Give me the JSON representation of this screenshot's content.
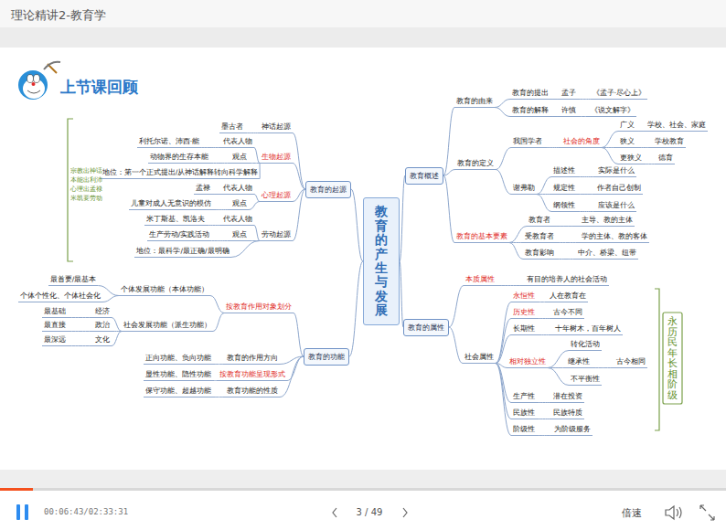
{
  "diagram": {
    "title": "上节课回顾",
    "nodes": [
      {
        "text": [
          "教育的产生与发展"
        ]
      },
      {
        "text": [
          "教育概述"
        ]
      },
      {
        "text": [
          "教育的由来"
        ]
      },
      {
        "text": [
          "教育的提出"
        ]
      },
      {
        "text": [
          "孟子"
        ]
      },
      {
        "text": [
          "《孟子·尽心上》"
        ]
      },
      {
        "text": [
          "教育的解释"
        ]
      },
      {
        "text": [
          "许慎"
        ]
      },
      {
        "text": [
          "《说文解字》"
        ]
      },
      {
        "text": [
          "教育的定义"
        ]
      },
      {
        "text": [
          "我国学者"
        ]
      },
      {
        "text": [
          "社会的角度"
        ]
      },
      {
        "text": [
          "广义"
        ]
      },
      {
        "text": [
          "学校、社会、家庭"
        ]
      },
      {
        "text": [
          "狭义"
        ]
      },
      {
        "text": [
          "学校教育"
        ]
      },
      {
        "text": [
          "更狭义"
        ]
      },
      {
        "text": [
          "德育"
        ]
      },
      {
        "text": [
          "谢弗勒"
        ]
      },
      {
        "text": [
          "描述性"
        ]
      },
      {
        "text": [
          "实际是什么"
        ]
      },
      {
        "text": [
          "规定性"
        ]
      },
      {
        "text": [
          "作者自己创制"
        ]
      },
      {
        "text": [
          "纲领性"
        ]
      },
      {
        "text": [
          "应该是什么"
        ]
      },
      {
        "text": [
          "教育的基本要素"
        ]
      },
      {
        "text": [
          "教育者"
        ]
      },
      {
        "text": [
          "主导、教的主体"
        ]
      },
      {
        "text": [
          "受教育者"
        ]
      },
      {
        "text": [
          "学的主体、教的客体"
        ]
      },
      {
        "text": [
          "教育影响"
        ]
      },
      {
        "text": [
          "中介、桥梁、纽带"
        ]
      },
      {
        "text": [
          "教育的属性"
        ]
      },
      {
        "text": [
          "本质属性"
        ]
      },
      {
        "text": [
          "有目的培养人的社会活动"
        ]
      },
      {
        "text": [
          "社会属性"
        ]
      },
      {
        "text": [
          "永恒性"
        ]
      },
      {
        "text": [
          "人在教育在"
        ]
      },
      {
        "text": [
          "历史性"
        ]
      },
      {
        "text": [
          "古今不同"
        ]
      },
      {
        "text": [
          "长期性"
        ]
      },
      {
        "text": [
          "十年树木，百年树人"
        ]
      },
      {
        "text": [
          "相对独立性"
        ]
      },
      {
        "text": [
          "转化活动"
        ]
      },
      {
        "text": [
          "继承性"
        ]
      },
      {
        "text": [
          "古今相同"
        ]
      },
      {
        "text": [
          "不平衡性"
        ]
      },
      {
        "text": [
          "生产性"
        ]
      },
      {
        "text": [
          "潜在投资"
        ]
      },
      {
        "text": [
          "民族性"
        ]
      },
      {
        "text": [
          "民族特质"
        ]
      },
      {
        "text": [
          "阶级性"
        ]
      },
      {
        "text": [
          "为阶级服务"
        ]
      },
      {
        "text": [
          "教育的起源"
        ]
      },
      {
        "text": [
          "神话起源"
        ]
      },
      {
        "text": [
          "墨古者"
        ]
      },
      {
        "text": [
          "生物起源"
        ]
      },
      {
        "text": [
          "代表人物"
        ]
      },
      {
        "text": [
          "利托尔诺、沛西·能"
        ]
      },
      {
        "text": [
          "观点"
        ]
      },
      {
        "text": [
          "动物界的生存本能"
        ]
      },
      {
        "text": [
          "地位：第一个正式提出/从神话解释转向科学解释"
        ]
      },
      {
        "text": [
          "心理起源"
        ]
      },
      {
        "text": [
          "代表人物"
        ]
      },
      {
        "text": [
          "孟禄"
        ]
      },
      {
        "text": [
          "观点"
        ]
      },
      {
        "text": [
          "儿童对成人无意识的模仿"
        ]
      },
      {
        "text": [
          "劳动起源"
        ]
      },
      {
        "text": [
          "代表人物"
        ]
      },
      {
        "text": [
          "米丁斯基、凯洛夫"
        ]
      },
      {
        "text": [
          "观点"
        ]
      },
      {
        "text": [
          "生产劳动/实践活动"
        ]
      },
      {
        "text": [
          "地位：最科学/最正确/最明确"
        ]
      },
      {
        "text": [
          "教育的功能"
        ]
      },
      {
        "text": [
          "按教育作用对象划分"
        ]
      },
      {
        "text": [
          "个体发展功能（本体功能）"
        ]
      },
      {
        "text": [
          "最首要/最基本"
        ]
      },
      {
        "text": [
          "个体个性化、个体社会化"
        ]
      },
      {
        "text": [
          "社会发展功能（派生功能）"
        ]
      },
      {
        "text": [
          "经济"
        ]
      },
      {
        "text": [
          "最基础"
        ]
      },
      {
        "text": [
          "政治"
        ]
      },
      {
        "text": [
          "最直接"
        ]
      },
      {
        "text": [
          "文化"
        ]
      },
      {
        "text": [
          "最深远"
        ]
      },
      {
        "text": [
          "教育的作用方向"
        ]
      },
      {
        "text": [
          "正向功能、负向功能"
        ]
      },
      {
        "text": [
          "按教育功能呈现形式"
        ]
      },
      {
        "text": [
          "显性功能、隐性功能"
        ]
      },
      {
        "text": [
          "教育功能的性质"
        ]
      },
      {
        "text": [
          "保守功能、超越功能"
        ]
      }
    ],
    "edges": [
      {
        "from": 0,
        "to": 1,
        "arrow": "none"
      },
      {
        "from": 1,
        "to": 2,
        "arrow": "none"
      },
      {
        "from": 2,
        "to": 3,
        "arrow": "none"
      },
      {
        "from": 3,
        "to": 4,
        "arrow": "none"
      },
      {
        "from": 4,
        "to": 5,
        "arrow": "none"
      },
      {
        "from": 2,
        "to": 6,
        "arrow": "none"
      },
      {
        "from": 6,
        "to": 7,
        "arrow": "none"
      },
      {
        "from": 7,
        "to": 8,
        "arrow": "none"
      },
      {
        "from": 1,
        "to": 9,
        "arrow": "none"
      },
      {
        "from": 9,
        "to": 10,
        "arrow": "none"
      },
      {
        "from": 10,
        "to": 11,
        "arrow": "none"
      },
      {
        "from": 11,
        "to": 12,
        "arrow": "none"
      },
      {
        "from": 12,
        "to": 13,
        "arrow": "none"
      },
      {
        "from": 11,
        "to": 14,
        "arrow": "none"
      },
      {
        "from": 14,
        "to": 15,
        "arrow": "none"
      },
      {
        "from": 11,
        "to": 16,
        "arrow": "none"
      },
      {
        "from": 16,
        "to": 17,
        "arrow": "none"
      },
      {
        "from": 9,
        "to": 18,
        "arrow": "none"
      },
      {
        "from": 18,
        "to": 19,
        "arrow": "none"
      },
      {
        "from": 19,
        "to": 20,
        "arrow": "none"
      },
      {
        "from": 18,
        "to": 21,
        "arrow": "none"
      },
      {
        "from": 21,
        "to": 22,
        "arrow": "none"
      },
      {
        "from": 18,
        "to": 23,
        "arrow": "none"
      },
      {
        "from": 23,
        "to": 24,
        "arrow": "none"
      },
      {
        "from": 1,
        "to": 25,
        "arrow": "none"
      },
      {
        "from": 25,
        "to": 26,
        "arrow": "none"
      },
      {
        "from": 26,
        "to": 27,
        "arrow": "none"
      },
      {
        "from": 25,
        "to": 28,
        "arrow": "none"
      },
      {
        "from": 28,
        "to": 29,
        "arrow": "none"
      },
      {
        "from": 25,
        "to": 30,
        "arrow": "none"
      },
      {
        "from": 30,
        "to": 31,
        "arrow": "none"
      },
      {
        "from": 0,
        "to": 32,
        "arrow": "none"
      },
      {
        "from": 32,
        "to": 33,
        "arrow": "none"
      },
      {
        "from": 33,
        "to": 34,
        "arrow": "none"
      },
      {
        "from": 32,
        "to": 35,
        "arrow": "none"
      },
      {
        "from": 35,
        "to": 36,
        "arrow": "none"
      },
      {
        "from": 36,
        "to": 37,
        "arrow": "none"
      },
      {
        "from": 35,
        "to": 38,
        "arrow": "none"
      },
      {
        "from": 38,
        "to": 39,
        "arrow": "none"
      },
      {
        "from": 35,
        "to": 40,
        "arrow": "none"
      },
      {
        "from": 40,
        "to": 41,
        "arrow": "none"
      },
      {
        "from": 35,
        "to": 42,
        "arrow": "none"
      },
      {
        "from": 42,
        "to": 43,
        "arrow": "none"
      },
      {
        "from": 42,
        "to": 44,
        "arrow": "none"
      },
      {
        "from": 44,
        "to": 45,
        "arrow": "none"
      },
      {
        "from": 42,
        "to": 46,
        "arrow": "none"
      },
      {
        "from": 35,
        "to": 47,
        "arrow": "none"
      },
      {
        "from": 47,
        "to": 48,
        "arrow": "none"
      },
      {
        "from": 35,
        "to": 49,
        "arrow": "none"
      },
      {
        "from": 49,
        "to": 50,
        "arrow": "none"
      },
      {
        "from": 35,
        "to": 51,
        "arrow": "none"
      },
      {
        "from": 51,
        "to": 52,
        "arrow": "none"
      },
      {
        "from": 0,
        "to": 53,
        "arrow": "none"
      },
      {
        "from": 53,
        "to": 54,
        "arrow": "none"
      },
      {
        "from": 54,
        "to": 55,
        "arrow": "none"
      },
      {
        "from": 53,
        "to": 56,
        "arrow": "none"
      },
      {
        "from": 56,
        "to": 57,
        "arrow": "none"
      },
      {
        "from": 57,
        "to": 58,
        "arrow": "none"
      },
      {
        "from": 56,
        "to": 59,
        "arrow": "none"
      },
      {
        "from": 59,
        "to": 60,
        "arrow": "none"
      },
      {
        "from": 56,
        "to": 61,
        "arrow": "none"
      },
      {
        "from": 53,
        "to": 62,
        "arrow": "none"
      },
      {
        "from": 62,
        "to": 63,
        "arrow": "none"
      },
      {
        "from": 63,
        "to": 64,
        "arrow": "none"
      },
      {
        "from": 62,
        "to": 65,
        "arrow": "none"
      },
      {
        "from": 65,
        "to": 66,
        "arrow": "none"
      },
      {
        "from": 53,
        "to": 67,
        "arrow": "none"
      },
      {
        "from": 67,
        "to": 68,
        "arrow": "none"
      },
      {
        "from": 68,
        "to": 69,
        "arrow": "none"
      },
      {
        "from": 67,
        "to": 70,
        "arrow": "none"
      },
      {
        "from": 70,
        "to": 71,
        "arrow": "none"
      },
      {
        "from": 67,
        "to": 72,
        "arrow": "none"
      },
      {
        "from": 0,
        "to": 73,
        "arrow": "none"
      },
      {
        "from": 73,
        "to": 74,
        "arrow": "none"
      },
      {
        "from": 74,
        "to": 75,
        "arrow": "none"
      },
      {
        "from": 75,
        "to": 76,
        "arrow": "none"
      },
      {
        "from": 75,
        "to": 77,
        "arrow": "none"
      },
      {
        "from": 74,
        "to": 78,
        "arrow": "none"
      },
      {
        "from": 78,
        "to": 79,
        "arrow": "none"
      },
      {
        "from": 79,
        "to": 80,
        "arrow": "none"
      },
      {
        "from": 78,
        "to": 81,
        "arrow": "none"
      },
      {
        "from": 81,
        "to": 82,
        "arrow": "none"
      },
      {
        "from": 78,
        "to": 83,
        "arrow": "none"
      },
      {
        "from": 83,
        "to": 84,
        "arrow": "none"
      },
      {
        "from": 73,
        "to": 85,
        "arrow": "none"
      },
      {
        "from": 85,
        "to": 86,
        "arrow": "none"
      },
      {
        "from": 73,
        "to": 87,
        "arrow": "none"
      },
      {
        "from": 87,
        "to": 88,
        "arrow": "none"
      },
      {
        "from": 73,
        "to": 89,
        "arrow": "none"
      },
      {
        "from": 89,
        "to": 90,
        "arrow": "none"
      }
    ],
    "labels": [
      "理论精讲2-教育学",
      "宗教出神话",
      "本能出利沛",
      "心理出孟禄",
      "米凯要劳动",
      "永历民年长相阶级",
      "00:06:43/02:33:31",
      "3 / 49",
      "倍速"
    ]
  }
}
